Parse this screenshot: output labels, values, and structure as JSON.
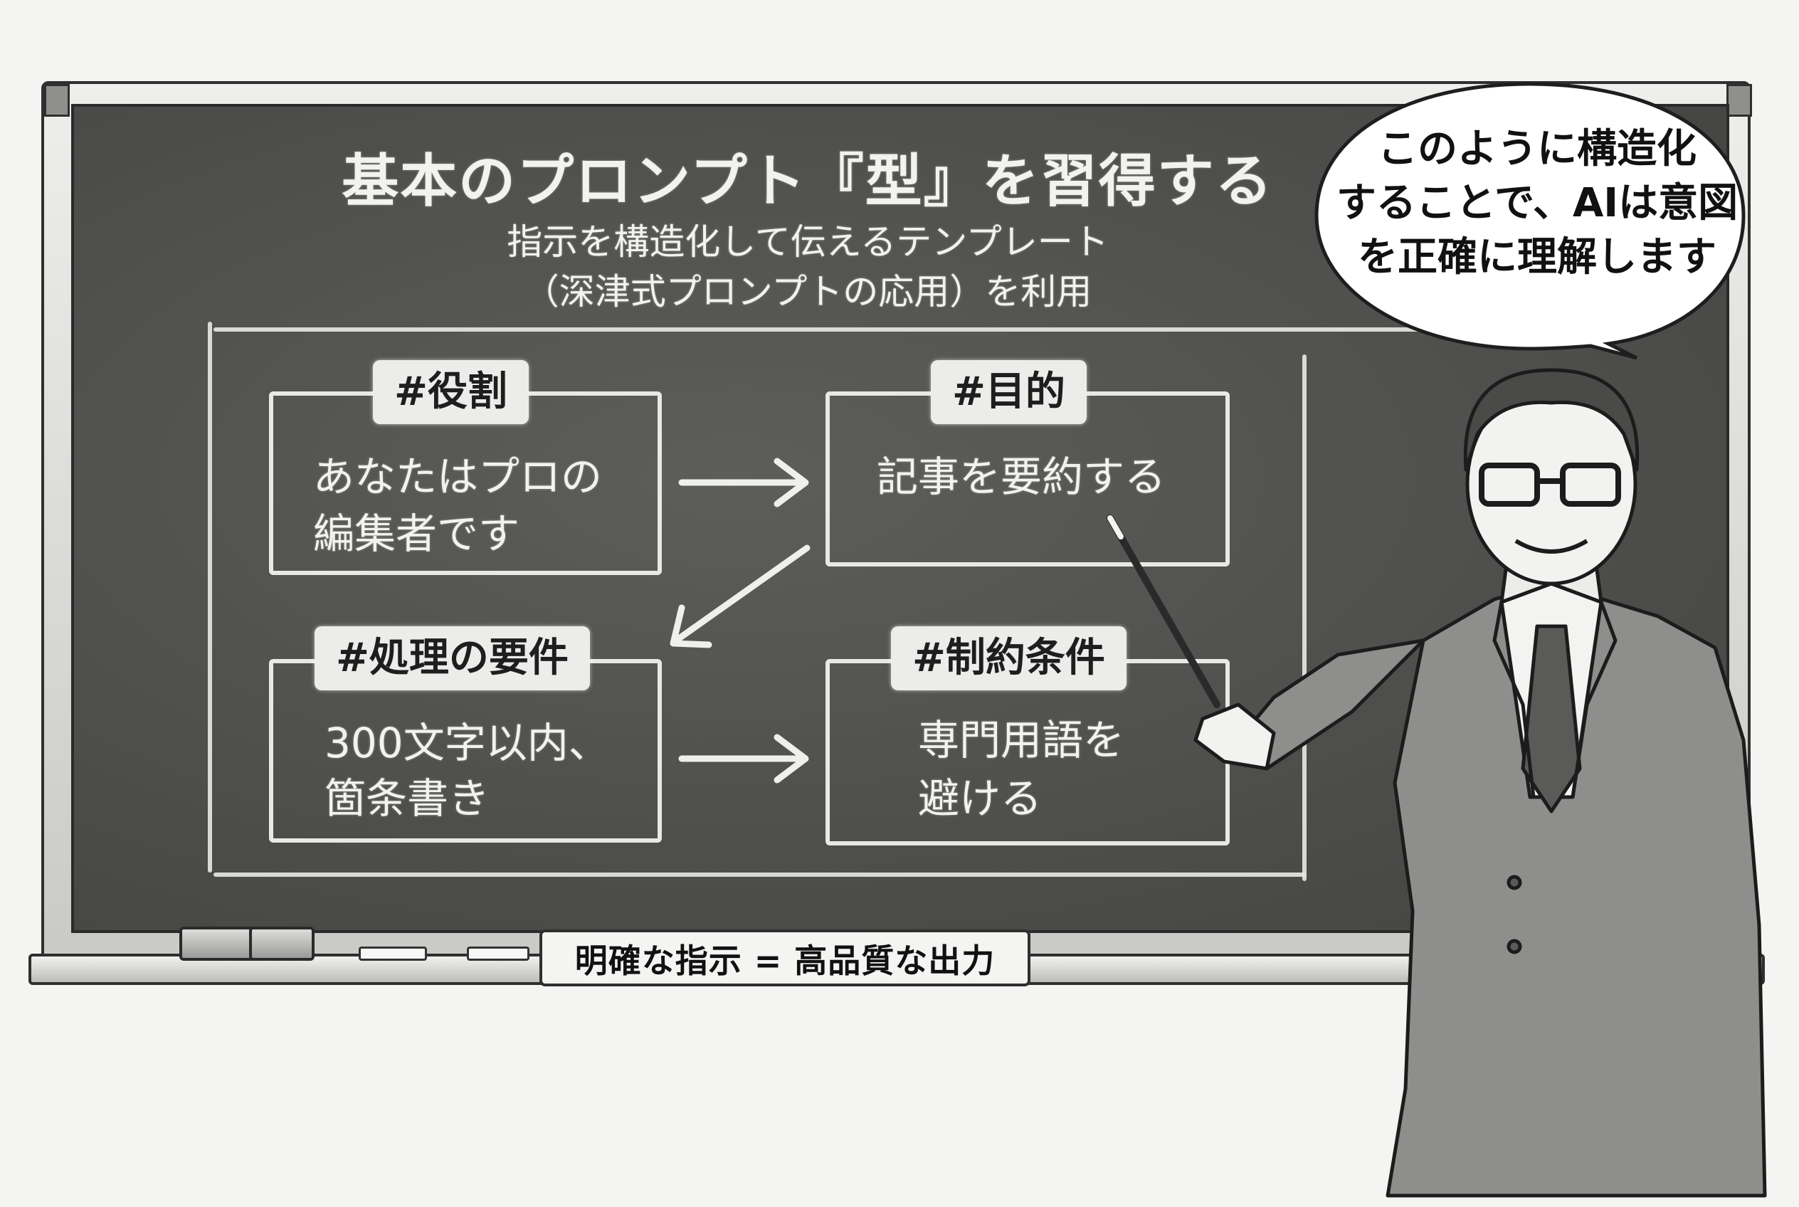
{
  "board": {
    "title": "基本のプロンプト『型』を習得する",
    "subtitle_line1": "指示を構造化して伝えるテンプレート",
    "subtitle_line2": "（深津式プロンプトの応用）を利用"
  },
  "boxes": {
    "role": {
      "tag": "#役割",
      "line1": "あなたはプロの",
      "line2": "編集者です"
    },
    "purpose": {
      "tag": "#目的",
      "line1": "記事を要約する",
      "line2": ""
    },
    "requirements": {
      "tag": "#処理の要件",
      "line1": "300文字以内、",
      "line2": "箇条書き"
    },
    "constraints": {
      "tag": "#制約条件",
      "line1": "専門用語を",
      "line2": "避ける"
    }
  },
  "footer": {
    "label": "明確な指示 = 高品質な出力"
  },
  "speech_bubble": {
    "line1": "このように構造化",
    "line2": "することで、AIは意図",
    "line3": "を正確に理解します"
  },
  "colors": {
    "board": "#4f4f4d",
    "chalk": "#f2f2f0",
    "frame": "#2f2f2f",
    "paper": "#f4f4f2"
  },
  "icons": [
    "chalkboard",
    "eraser-icon",
    "chalk-icon",
    "pointer-stick-icon",
    "teacher-figure",
    "speech-bubble-icon"
  ]
}
